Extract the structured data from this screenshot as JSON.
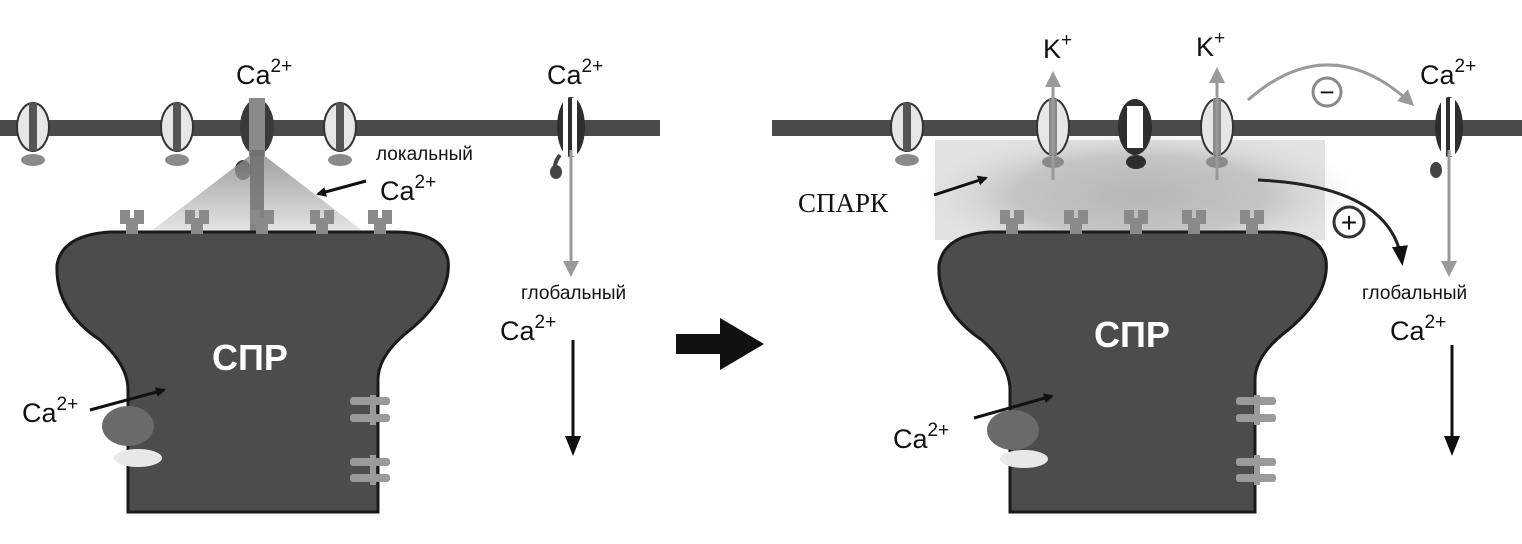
{
  "colors": {
    "membrane": "#4a4a4a",
    "sr_body": "#4c4c4c",
    "channel_dark": "#2a2a2a",
    "channel_grey": "#8f8f8f",
    "arrow_grey": "#9a9a9a",
    "arrow_black": "#111111",
    "spark_glow": "#bdbdbd"
  },
  "left_panel": {
    "ca_top_center": {
      "base": "Ca",
      "sup": "2+"
    },
    "ca_top_right": {
      "base": "Ca",
      "sup": "2+"
    },
    "local_label": "локальный",
    "local_ca": {
      "base": "Ca",
      "sup": "2+"
    },
    "global_label": "глобальный",
    "global_ca": {
      "base": "Ca",
      "sup": "2+"
    },
    "sr_label": "СПР",
    "sr_uptake_ca": {
      "base": "Ca",
      "sup": "2+"
    }
  },
  "transition_arrow_icon": "right-arrow-icon",
  "right_panel": {
    "k_left": {
      "base": "K",
      "sup": "+"
    },
    "k_right": {
      "base": "K",
      "sup": "+"
    },
    "minus_sign": "−",
    "plus_sign": "+",
    "ca_top_right": {
      "base": "Ca",
      "sup": "2+"
    },
    "spark_label": "СПАРК",
    "global_label": "глобальный",
    "global_ca": {
      "base": "Ca",
      "sup": "2+"
    },
    "sr_label": "СПР",
    "sr_uptake_ca": {
      "base": "Ca",
      "sup": "2+"
    }
  }
}
